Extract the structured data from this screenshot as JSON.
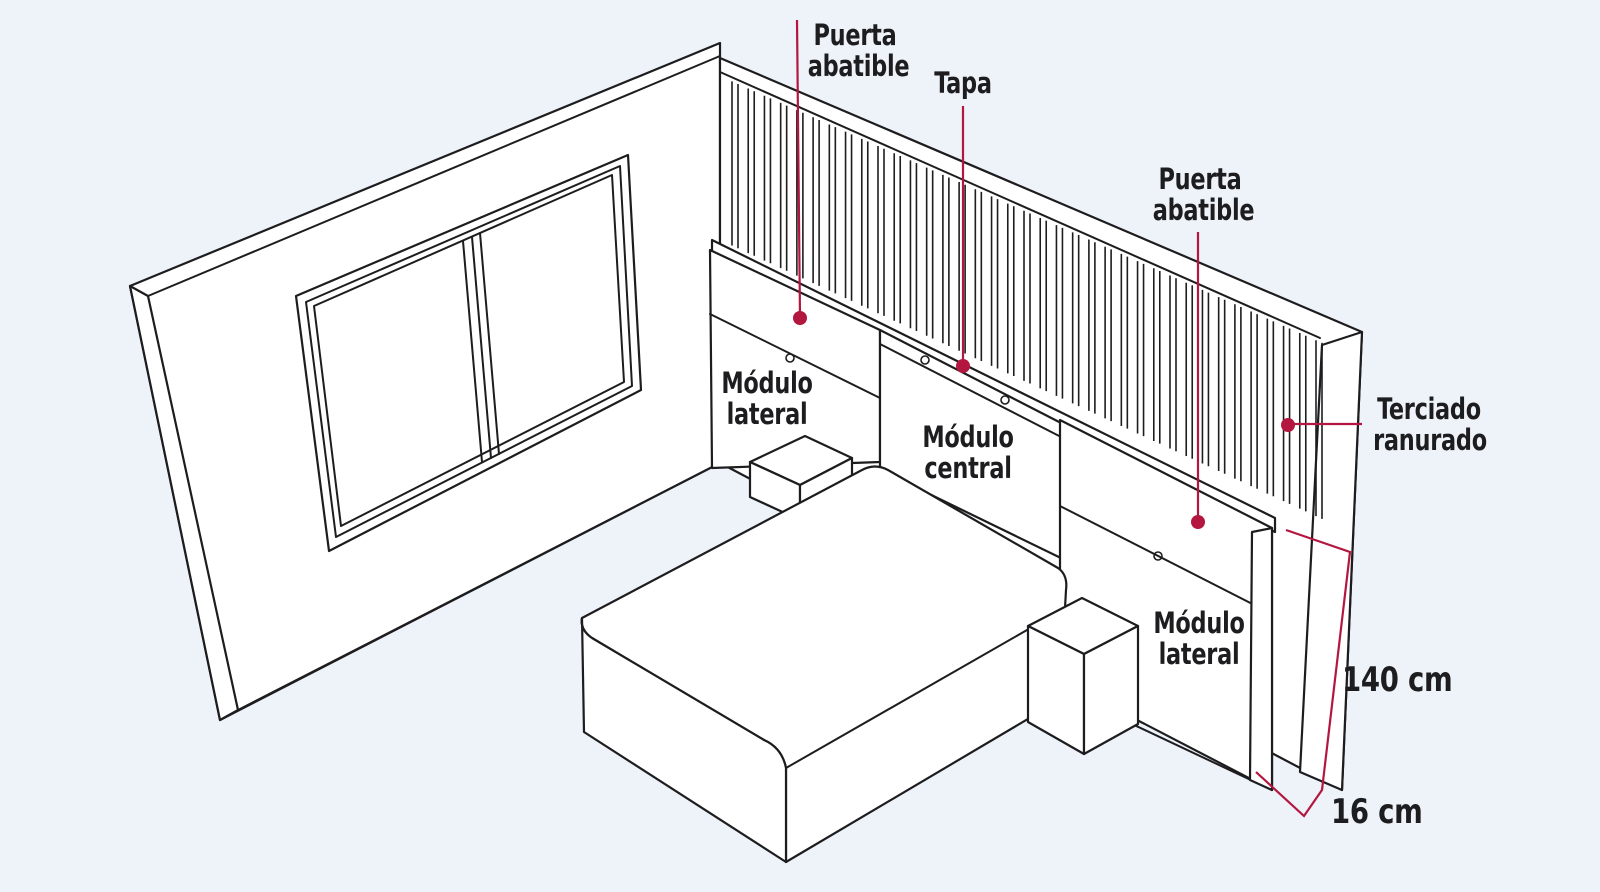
{
  "labels": {
    "puerta_abatible_top": [
      "Puerta",
      "abatible"
    ],
    "tapa": [
      "Tapa"
    ],
    "puerta_abatible_right": [
      "Puerta",
      "abatible"
    ],
    "terciado_ranurado": [
      "Terciado",
      "ranurado"
    ],
    "modulo_lateral_left": [
      "Módulo",
      "lateral"
    ],
    "modulo_central": [
      "Módulo",
      "central"
    ],
    "modulo_lateral_right": [
      "Módulo",
      "lateral"
    ]
  },
  "dimensions": {
    "height": "140 cm",
    "depth": "16 cm"
  },
  "colors": {
    "background": "#eef2f9",
    "line": "#1d1d1f",
    "accent": "#b3163f"
  }
}
